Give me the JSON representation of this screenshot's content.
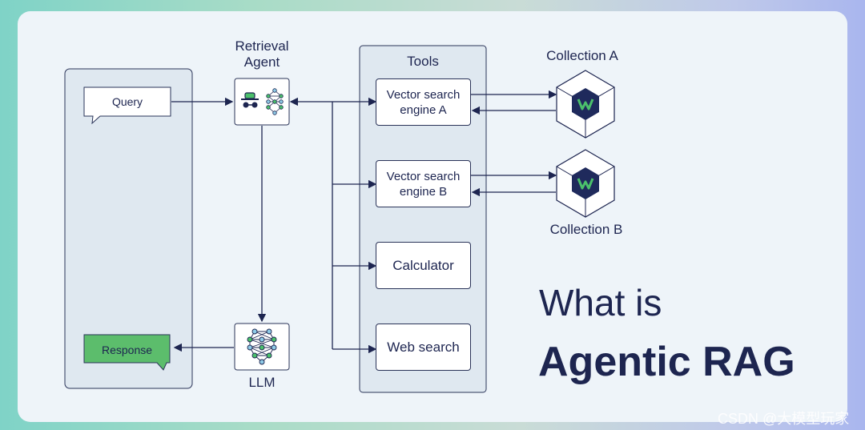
{
  "agent": {
    "title_line1": "Retrieval",
    "title_line2": "Agent"
  },
  "query": {
    "label": "Query"
  },
  "response": {
    "label": "Response"
  },
  "llm": {
    "label": "LLM"
  },
  "tools": {
    "title": "Tools",
    "items": [
      {
        "line1": "Vector search",
        "line2": "engine A"
      },
      {
        "line1": "Vector search",
        "line2": "engine B"
      },
      {
        "line1": "Calculator",
        "line2": ""
      },
      {
        "line1": "Web search",
        "line2": ""
      }
    ]
  },
  "collections": [
    {
      "label": "Collection A"
    },
    {
      "label": "Collection B"
    }
  ],
  "headline": {
    "line1": "What is",
    "line2": "Agentic RAG"
  },
  "watermark": "CSDN @大模型玩家",
  "icons": [
    "incognito-agent-icon",
    "neural-network-icon",
    "database-cube-icon"
  ],
  "colors": {
    "navy": "#1d2550",
    "panel": "#dfe8f0",
    "response": "#5cbd6c",
    "cube": "#1f2a5c",
    "cube_accent": "#4bc06b"
  }
}
